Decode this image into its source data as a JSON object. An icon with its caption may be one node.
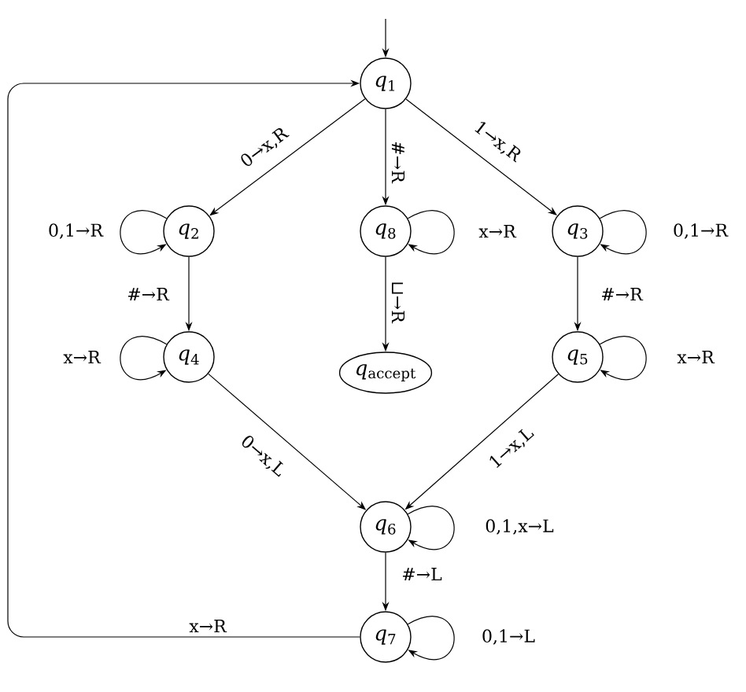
{
  "diagram": {
    "nodes": [
      {
        "text": [
          "*q*$_{1}$"
        ]
      },
      {
        "text": [
          "*q*$_{2}$"
        ]
      },
      {
        "text": [
          "*q*$_{8}$"
        ]
      },
      {
        "text": [
          "*q*$_{3}$"
        ]
      },
      {
        "text": [
          "*q*$_{4}$"
        ]
      },
      {
        "text": [
          "*q*$_{accept}$"
        ]
      },
      {
        "text": [
          "*q*$_{5}$"
        ]
      },
      {
        "text": [
          "*q*$_{6}$"
        ]
      },
      {
        "text": [
          "*q*$_{7}$"
        ]
      }
    ],
    "edges": [
      {
        "from": null,
        "to": 0,
        "arrow": "to"
      },
      {
        "from": 0,
        "to": 1,
        "arrow": "to",
        "label": "0→x,R"
      },
      {
        "from": 0,
        "to": 2,
        "arrow": "to",
        "label": "#→R"
      },
      {
        "from": 0,
        "to": 3,
        "arrow": "to",
        "label": "1→x,R"
      },
      {
        "from": 1,
        "to": 1,
        "arrow": "to",
        "label": "0,1→R"
      },
      {
        "from": 2,
        "to": 2,
        "arrow": "to",
        "label": "x→R"
      },
      {
        "from": 3,
        "to": 3,
        "arrow": "to",
        "label": "0,1→R"
      },
      {
        "from": 1,
        "to": 4,
        "arrow": "to",
        "label": "#→R"
      },
      {
        "from": 2,
        "to": 5,
        "arrow": "to",
        "label": "⊔→R"
      },
      {
        "from": 3,
        "to": 6,
        "arrow": "to",
        "label": "#→R"
      },
      {
        "from": 4,
        "to": 4,
        "arrow": "to",
        "label": "x→R"
      },
      {
        "from": 6,
        "to": 6,
        "arrow": "to",
        "label": "x→R"
      },
      {
        "from": 4,
        "to": 7,
        "arrow": "to",
        "label": "0→x,L"
      },
      {
        "from": 6,
        "to": 7,
        "arrow": "to",
        "label": "1→x,L"
      },
      {
        "from": 7,
        "to": 7,
        "arrow": "to",
        "label": "0,1,x→L"
      },
      {
        "from": 7,
        "to": 8,
        "arrow": "to",
        "label": "#→L"
      },
      {
        "from": 8,
        "to": 8,
        "arrow": "to",
        "label": "0,1→L"
      },
      {
        "from": 8,
        "to": 0,
        "arrow": "to",
        "label": "x→R"
      }
    ]
  }
}
